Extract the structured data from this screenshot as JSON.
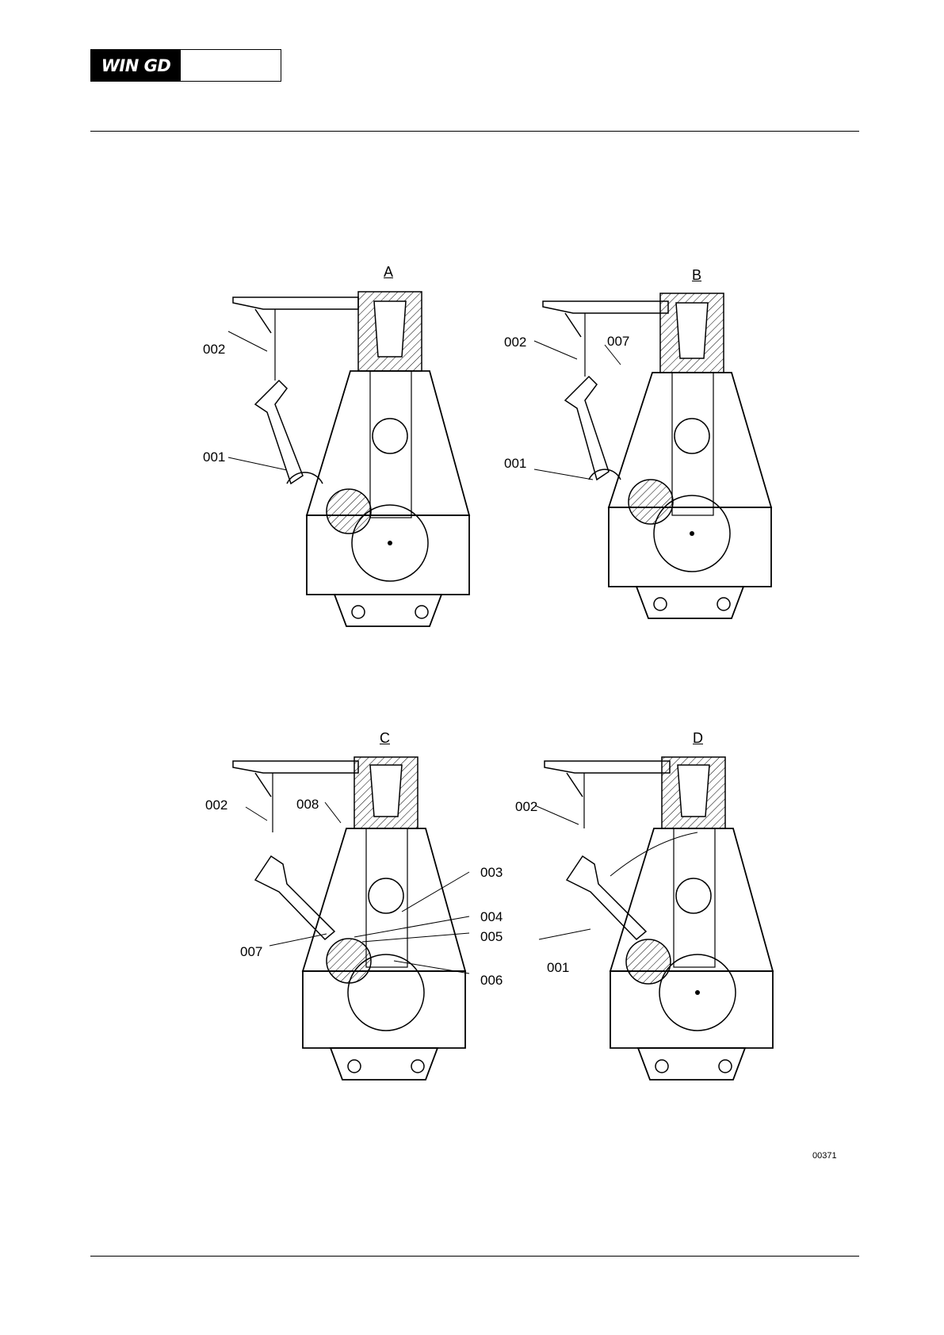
{
  "header": {
    "logo_text": "WIN GD"
  },
  "figure": {
    "id": "00371",
    "panels": [
      {
        "title": "A",
        "labels": [
          "002",
          "001"
        ]
      },
      {
        "title": "B",
        "labels": [
          "002",
          "007",
          "001"
        ]
      },
      {
        "title": "C",
        "labels": [
          "002",
          "008",
          "003",
          "004",
          "005",
          "007",
          "006"
        ]
      },
      {
        "title": "D",
        "labels": [
          "002",
          "001"
        ]
      }
    ]
  }
}
